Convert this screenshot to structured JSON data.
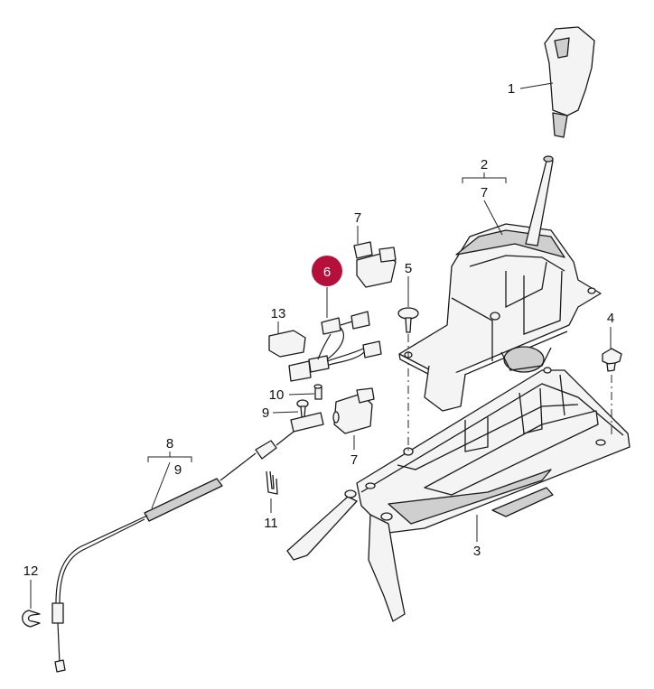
{
  "callouts": [
    {
      "id": "1",
      "label": "1"
    },
    {
      "id": "2",
      "label": "2"
    },
    {
      "id": "2b",
      "label": "7"
    },
    {
      "id": "3",
      "label": "3"
    },
    {
      "id": "4",
      "label": "4"
    },
    {
      "id": "5",
      "label": "5"
    },
    {
      "id": "6",
      "label": "6"
    },
    {
      "id": "7a",
      "label": "7"
    },
    {
      "id": "7b",
      "label": "7"
    },
    {
      "id": "8",
      "label": "8"
    },
    {
      "id": "8b",
      "label": "9"
    },
    {
      "id": "9",
      "label": "9"
    },
    {
      "id": "10",
      "label": "10"
    },
    {
      "id": "11",
      "label": "11"
    },
    {
      "id": "12",
      "label": "12"
    },
    {
      "id": "13",
      "label": "13"
    }
  ],
  "highlight_color": "#b5103c"
}
